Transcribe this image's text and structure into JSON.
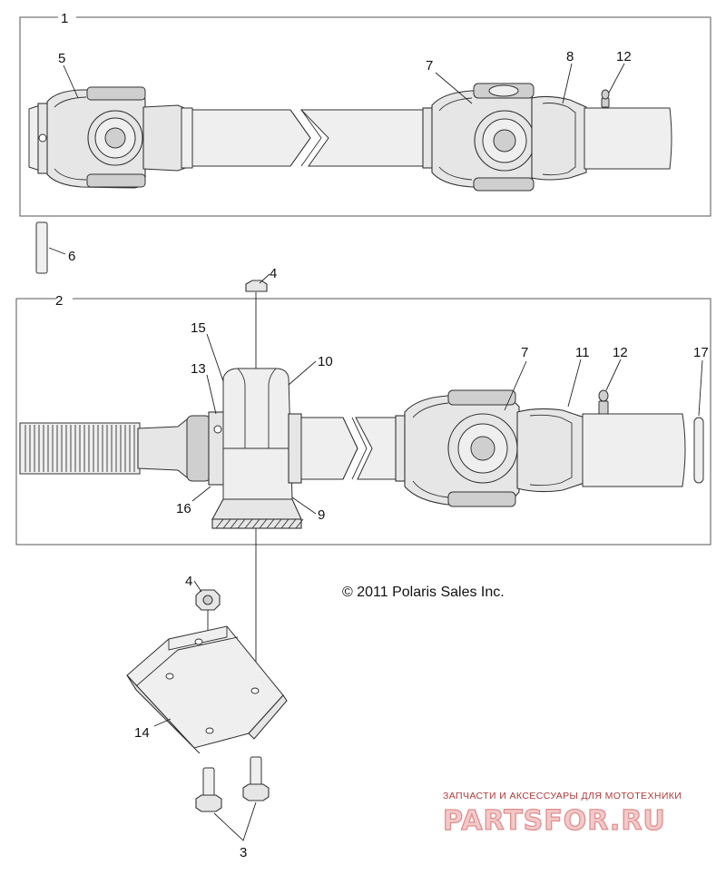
{
  "diagram": {
    "callouts": {
      "c1": "1",
      "c2": "2",
      "c3": "3",
      "c4a": "4",
      "c4b": "4",
      "c5": "5",
      "c6": "6",
      "c7a": "7",
      "c7b": "7",
      "c8": "8",
      "c9": "9",
      "c10": "10",
      "c11": "11",
      "c12a": "12",
      "c12b": "12",
      "c13": "13",
      "c14": "14",
      "c15": "15",
      "c16": "16",
      "c17": "17"
    },
    "copyright": "© 2011 Polaris Sales Inc."
  },
  "watermark": {
    "tagline": "ЗАПЧАСТИ И АКСЕССУАРЫ ДЛЯ МОТОТЕХНИКИ",
    "logo": "PARTSFOR.RU"
  },
  "colors": {
    "line": "#333333",
    "part_fill": "#e6e6e6",
    "watermark_red": "#e08f8f"
  }
}
